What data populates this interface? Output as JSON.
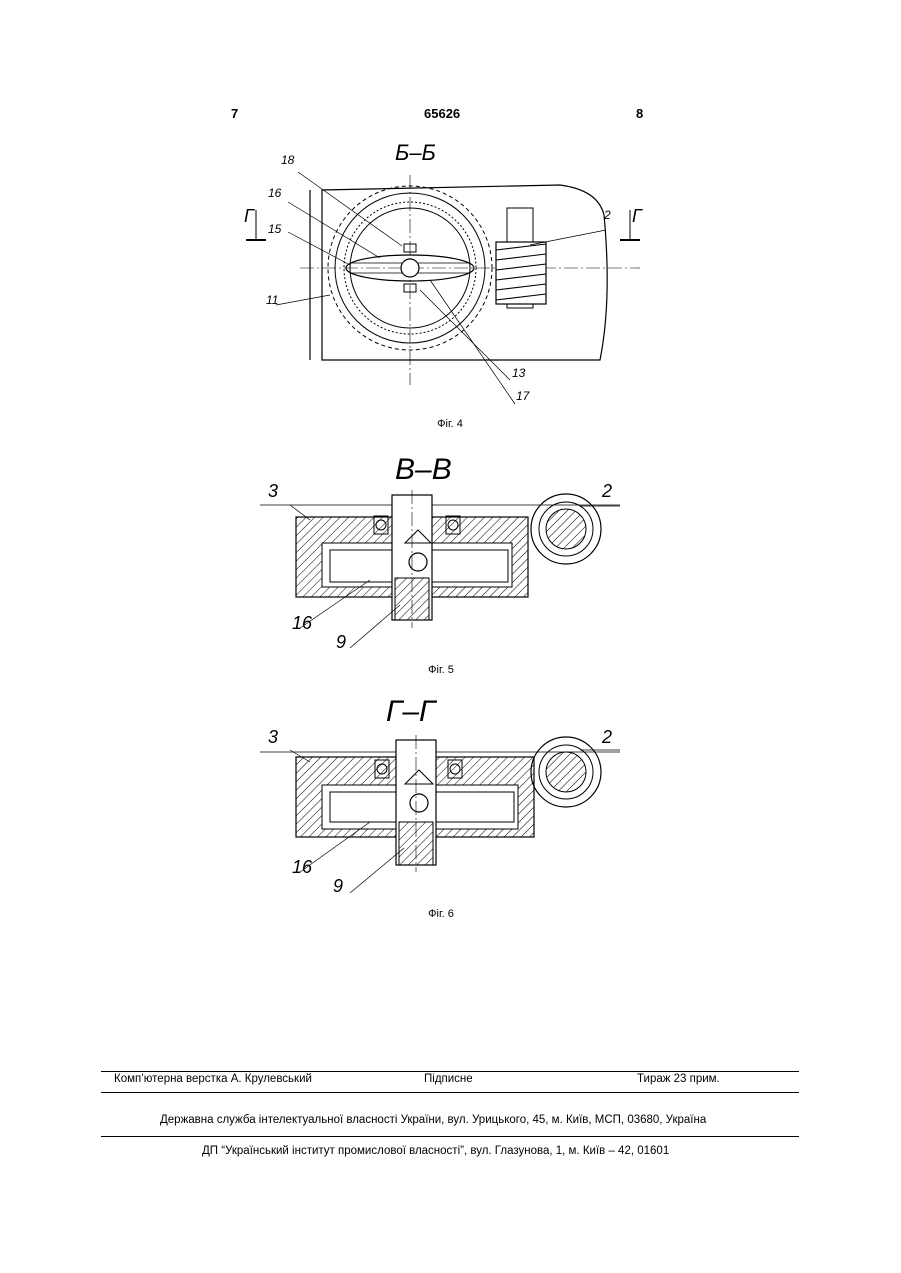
{
  "header": {
    "left_page": "7",
    "patent_number": "65626",
    "right_page": "8"
  },
  "figures": [
    {
      "section": "Б–Б",
      "caption": "Фіг. 4",
      "callouts": [
        "18",
        "16",
        "15",
        "11",
        "2",
        "13",
        "17"
      ],
      "cut_mark": "Г"
    },
    {
      "section": "В–В",
      "caption": "Фіг. 5",
      "callouts": [
        "3",
        "2",
        "16",
        "9"
      ]
    },
    {
      "section": "Г–Г",
      "caption": "Фіг. 6",
      "callouts": [
        "3",
        "2",
        "16",
        "9"
      ]
    }
  ],
  "footer": {
    "layout": "Комп’ютерна верстка А. Крулевський",
    "signed": "Підписне",
    "circulation": "Тираж 23 прим.",
    "agency": "Державна служба інтелектуальної власності України, вул. Урицького, 45, м. Київ, МСП, 03680, Україна",
    "institute": "ДП “Український інститут промислової власності”, вул. Глазунова, 1, м. Київ – 42, 01601"
  }
}
